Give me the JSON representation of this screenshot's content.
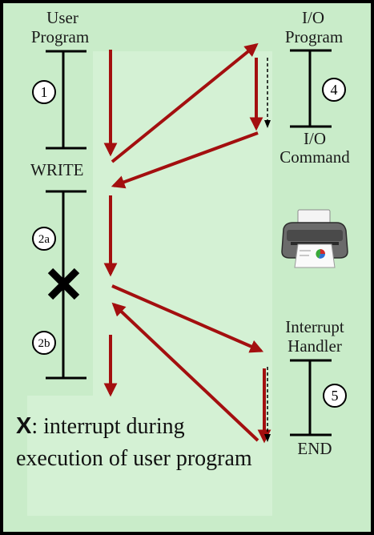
{
  "labels": {
    "user_program_line1": "User",
    "user_program_line2": "Program",
    "io_program_line1": "I/O",
    "io_program_line2": "Program",
    "io_command_line1": "I/O",
    "io_command_line2": "Command",
    "write": "WRITE",
    "interrupt_handler_line1": "Interrupt",
    "interrupt_handler_line2": "Handler",
    "end": "END"
  },
  "steps": {
    "s1": "1",
    "s2a": "2a",
    "s2b": "2b",
    "s4": "4",
    "s5": "5"
  },
  "caption": {
    "mark": "X",
    "rest": ": interrupt during execution of user program"
  },
  "colors": {
    "arrow": "#a30f0f",
    "background": "#c9ecc9",
    "panel": "#d4f1d4",
    "border": "#000000"
  },
  "icons": {
    "printer": "printer-icon",
    "interrupt_marker": "x-mark-icon"
  }
}
